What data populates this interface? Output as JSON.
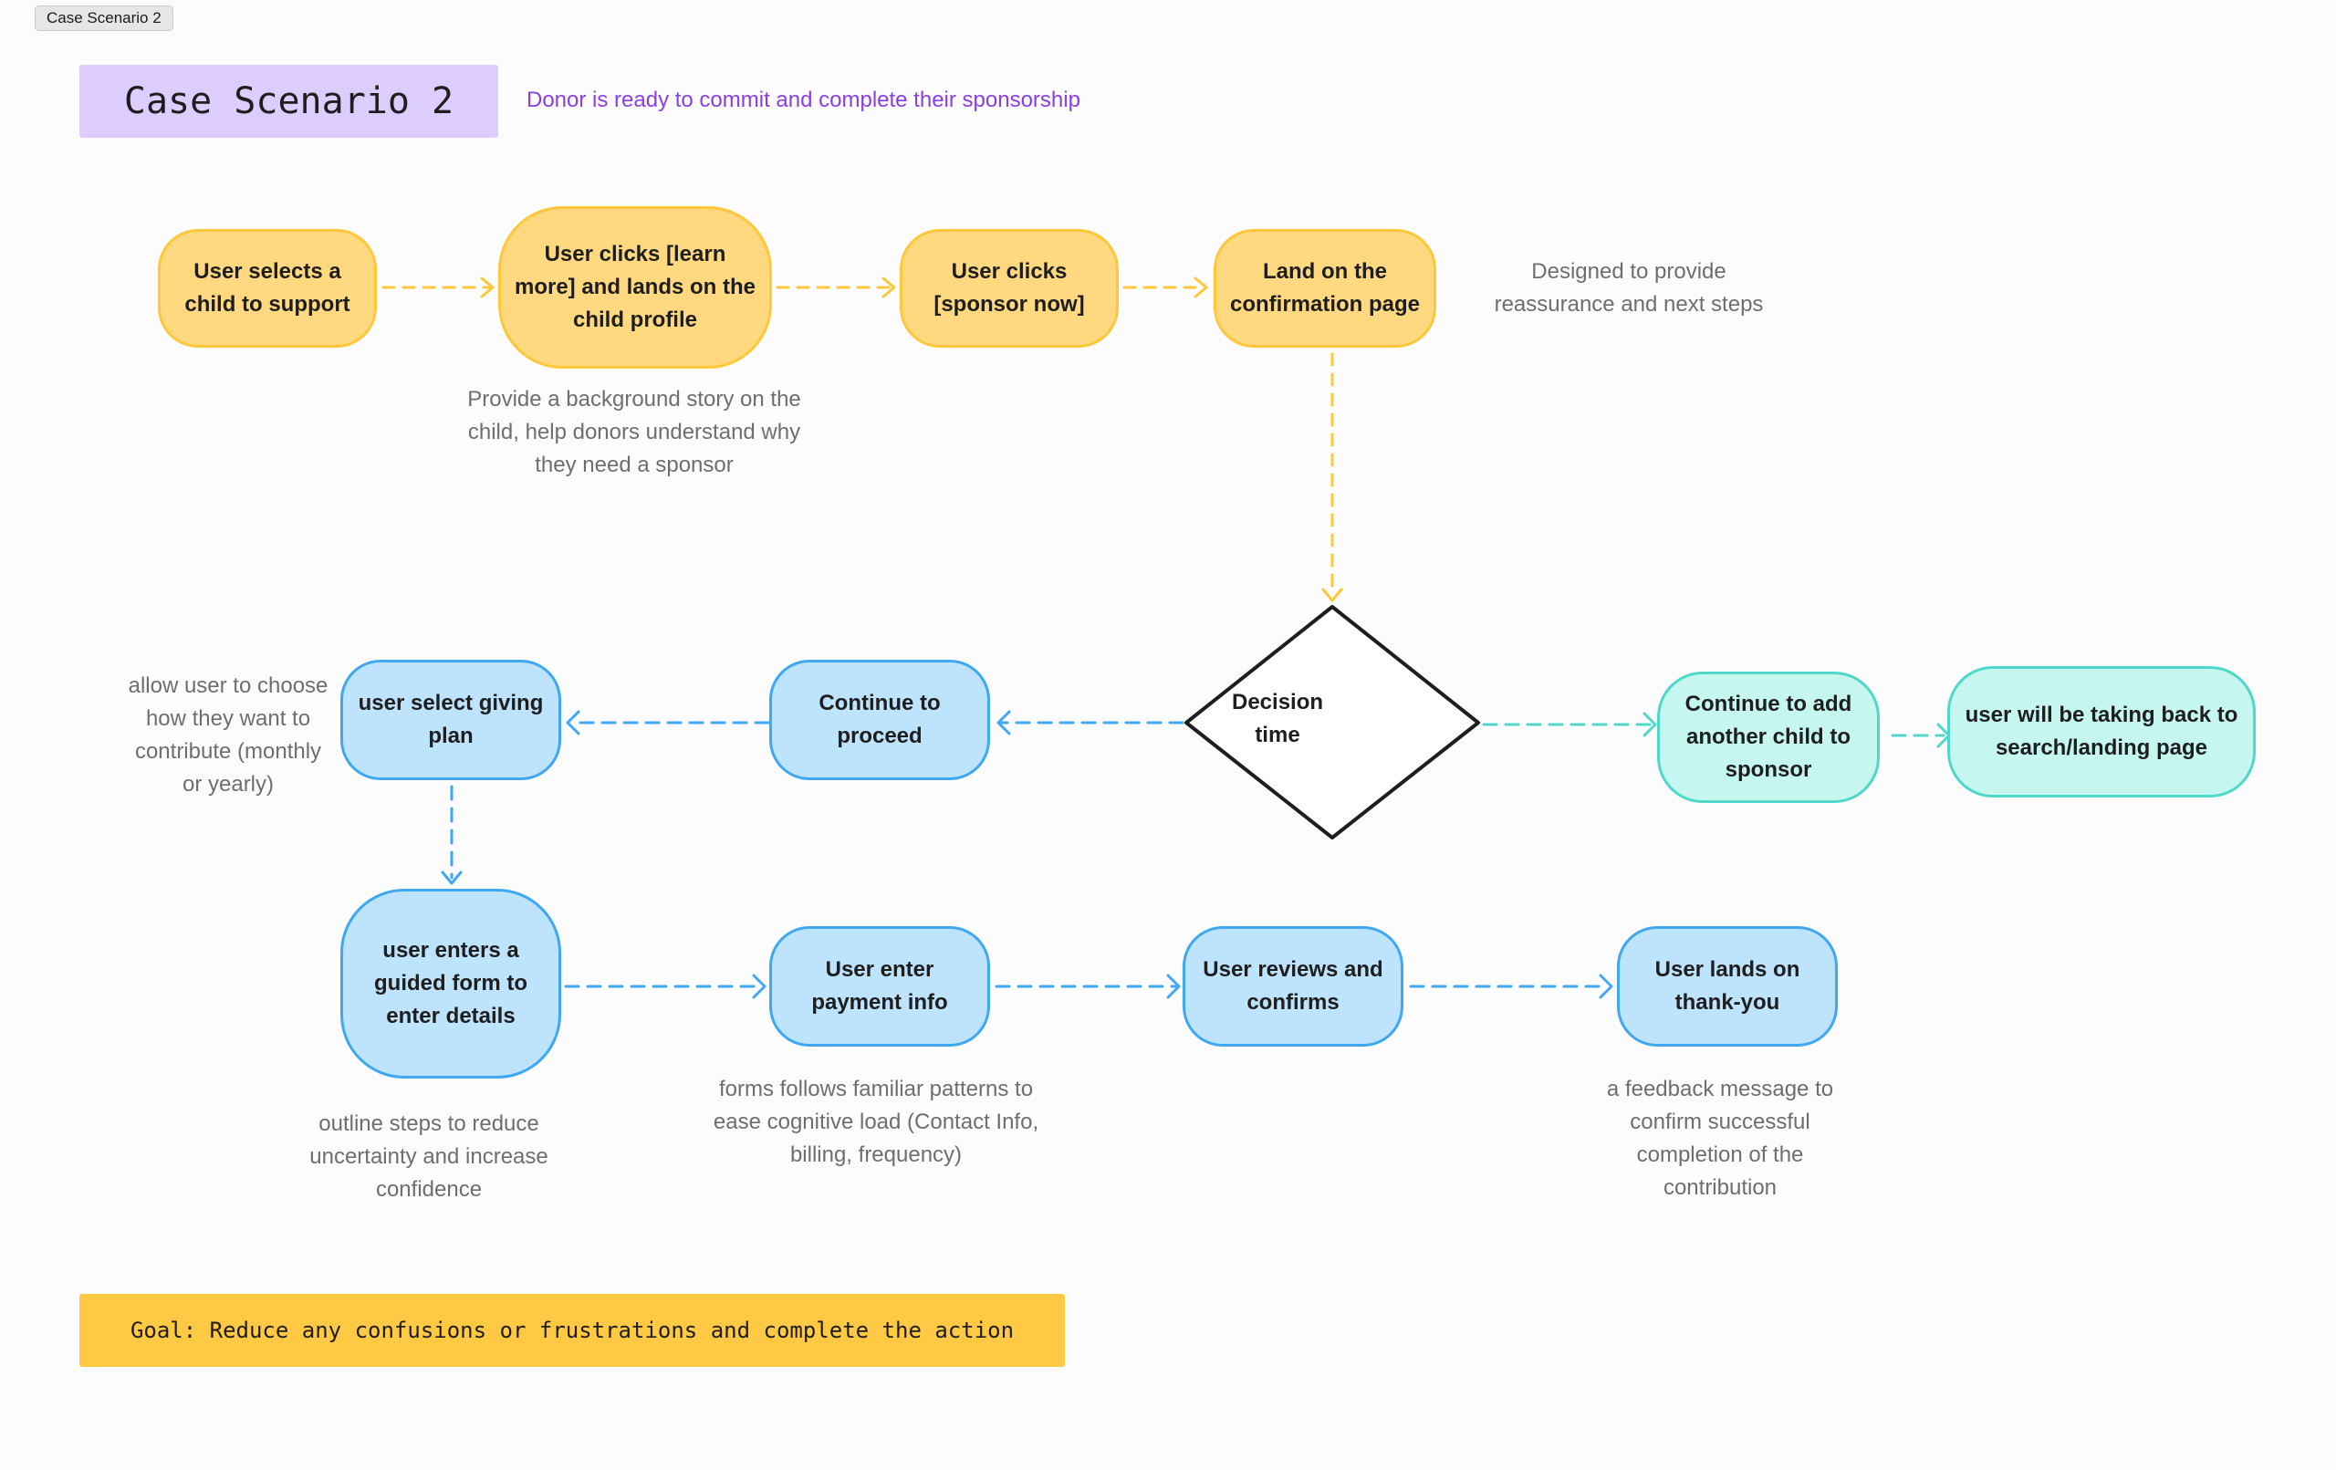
{
  "tab_label": "Case Scenario 2",
  "title": "Case Scenario 2",
  "subtitle": "Donor is ready to commit and complete their sponsorship",
  "nodes": {
    "select_child": "User selects a child to support",
    "learn_more": "User clicks [learn more] and lands on the child profile",
    "sponsor_now": "User clicks [sponsor now]",
    "confirmation": "Land on the confirmation page",
    "decision": "Decision time",
    "continue_add": "Continue to add another child to sponsor",
    "taking_back": "user will be taking back to search/landing page",
    "continue_proceed": "Continue to proceed",
    "giving_plan": "user select giving plan",
    "guided_form": "user enters a guided form to enter details",
    "payment": "User enter payment info",
    "review": "User reviews and confirms",
    "thank_you": "User lands on thank-you"
  },
  "notes": {
    "profile": "Provide a background story on the child, help donors understand why they need a sponsor",
    "confirmation": "Designed to provide reassurance and next steps",
    "giving_plan": "allow user to choose how they want to contribute (monthly or yearly)",
    "guided_form": "outline steps to reduce uncertainty and increase confidence",
    "forms": "forms follows familiar patterns to ease cognitive load (Contact Info, billing, frequency)",
    "feedback": "a feedback message to confirm successful completion of the contribution"
  },
  "goal": "Goal: Reduce any confusions or frustrations and complete the action",
  "colors": {
    "yellow_fill": "#ffd87f",
    "yellow_stroke": "#ffc83a",
    "blue_fill": "#bde3fd",
    "blue_stroke": "#3fa8f0",
    "teal_fill": "#c5f7f0",
    "teal_stroke": "#4fd8c9",
    "title_bg": "#dccdfd",
    "subtitle": "#8a3fe4",
    "goal_bg": "#ffc943"
  }
}
